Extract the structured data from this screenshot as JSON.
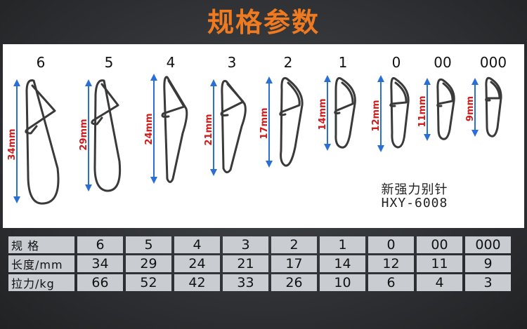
{
  "title": "规格参数",
  "sizes": [
    "6",
    "5",
    "4",
    "3",
    "2",
    "1",
    "0",
    "00",
    "000"
  ],
  "lengths": [
    "34mm",
    "29mm",
    "24mm",
    "21mm",
    "17mm",
    "14mm",
    "12mm",
    "11mm",
    "9mm"
  ],
  "product": {
    "name": "新强力别针",
    "code": "HXY-6008"
  },
  "table": {
    "row_headers": [
      "规 格",
      "长度/mm",
      "拉力/kg"
    ],
    "rows": [
      [
        "6",
        "5",
        "4",
        "3",
        "2",
        "1",
        "0",
        "00",
        "000"
      ],
      [
        "34",
        "29",
        "24",
        "21",
        "17",
        "14",
        "12",
        "11",
        "9"
      ],
      [
        "66",
        "52",
        "42",
        "33",
        "26",
        "10",
        "6",
        "4",
        "3"
      ]
    ]
  },
  "colors": {
    "title": "#f07a1f",
    "arrow": "#2a6fd6",
    "dimension_text": "#d21a1a",
    "cell_bg": "#c9cdd2"
  }
}
